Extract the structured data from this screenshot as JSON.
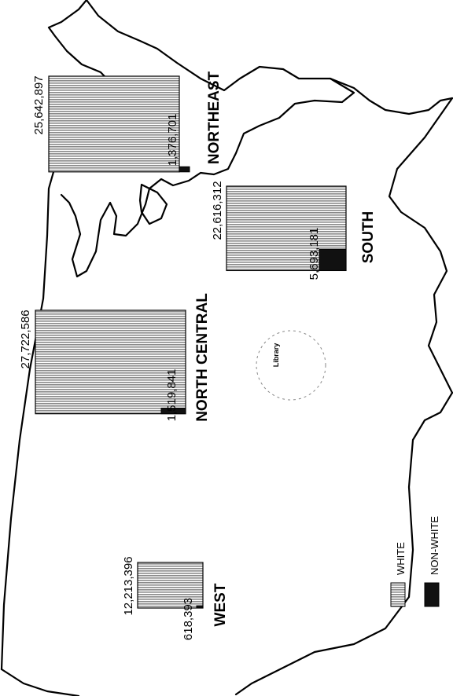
{
  "chart_data": {
    "type": "bar",
    "orientation": "rotated-90",
    "categories": [
      "NORTHEAST",
      "SOUTH",
      "NORTH CENTRAL",
      "WEST"
    ],
    "series": [
      {
        "name": "WHITE",
        "values": [
          25642897,
          22616312,
          27722586,
          12213396
        ],
        "labels": [
          "25,642,897",
          "22,616,312",
          "27,722,586",
          "12,213,396"
        ]
      },
      {
        "name": "NON-WHITE",
        "values": [
          1376701,
          5693181,
          1519841,
          618393
        ],
        "labels": [
          "1,376,701",
          "5,693,181",
          "1,519,841",
          "618,393"
        ]
      }
    ],
    "colors": {
      "white": "#9a9a9a",
      "non_white": "#111111",
      "map_outline": "#000000"
    },
    "legend_position": "bottom-left",
    "grid": false
  },
  "stamp": {
    "text": "Library"
  }
}
